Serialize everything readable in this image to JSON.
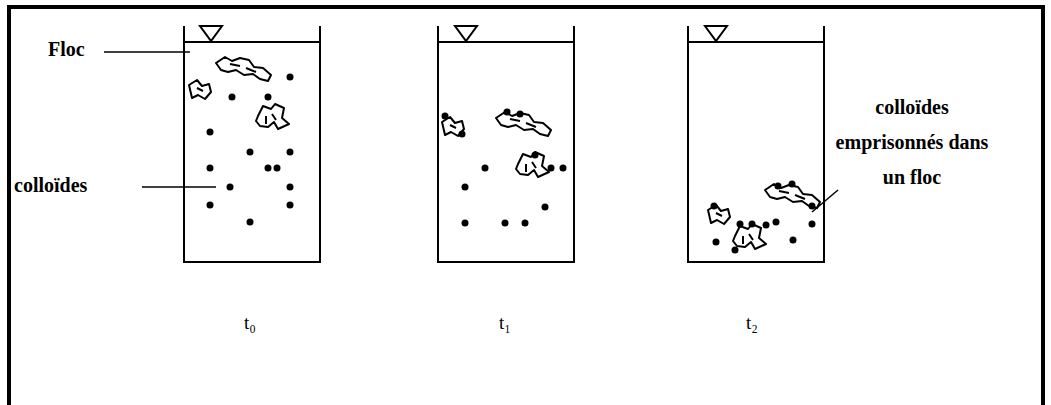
{
  "diagram": {
    "labels": [
      "Floc",
      "colloïdes",
      "colloïdes emprisonnés dans un floc",
      "t₀",
      "t₁",
      "t₂"
    ]
  }
}
